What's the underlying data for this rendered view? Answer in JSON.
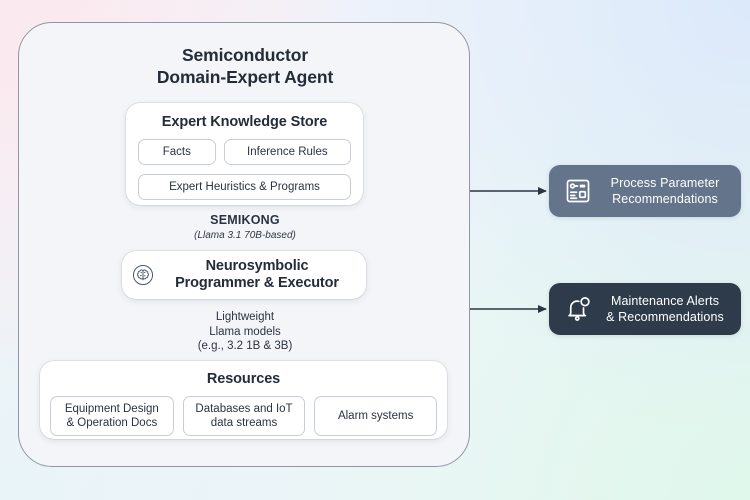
{
  "diagram": {
    "title_line1": "Semiconductor",
    "title_line2": "Domain-Expert Agent"
  },
  "knowledge_store": {
    "title": "Expert Knowledge Store",
    "items": [
      {
        "label": "Facts"
      },
      {
        "label": "Inference Rules"
      },
      {
        "label": "Expert Heuristics &  Programs"
      }
    ]
  },
  "connectors": {
    "semikong_label": "SEMIKONG",
    "semikong_sublabel": "(Llama 3.1 70B-based)",
    "lightweight_label": "Lightweight\nLlama models\n(e.g., 3.2 1B & 3B)",
    "lightweight_line1": "Lightweight",
    "lightweight_line2": "Llama models",
    "lightweight_line3": "(e.g., 3.2 1B & 3B)"
  },
  "neurosymbolic": {
    "icon": "brain-icon",
    "line1": "Neurosymbolic",
    "line2": "Programmer & Executor"
  },
  "resources": {
    "title": "Resources",
    "items": [
      {
        "line1": "Equipment Design",
        "line2": "& Operation Docs"
      },
      {
        "line1": "Databases and IoT",
        "line2": "data streams"
      },
      {
        "line1": "Alarm systems",
        "line2": ""
      }
    ]
  },
  "outputs": [
    {
      "icon": "dashboard-document-icon",
      "line1": "Process Parameter",
      "line2": "Recommendations",
      "color": "#64748b"
    },
    {
      "icon": "bell-alert-icon",
      "line1": "Maintenance Alerts",
      "line2": "& Recommendations",
      "color": "#2e3b4b"
    }
  ],
  "colors": {
    "agent_container_bg": "#f3f5f8",
    "agent_container_border": "#8e98a5",
    "card_bg": "#ffffff",
    "pill_border": "#c9ced6",
    "text_dark": "#242c3a",
    "arrow": "#2b3442",
    "output_primary": "#64748b",
    "output_secondary": "#2e3b4b"
  }
}
